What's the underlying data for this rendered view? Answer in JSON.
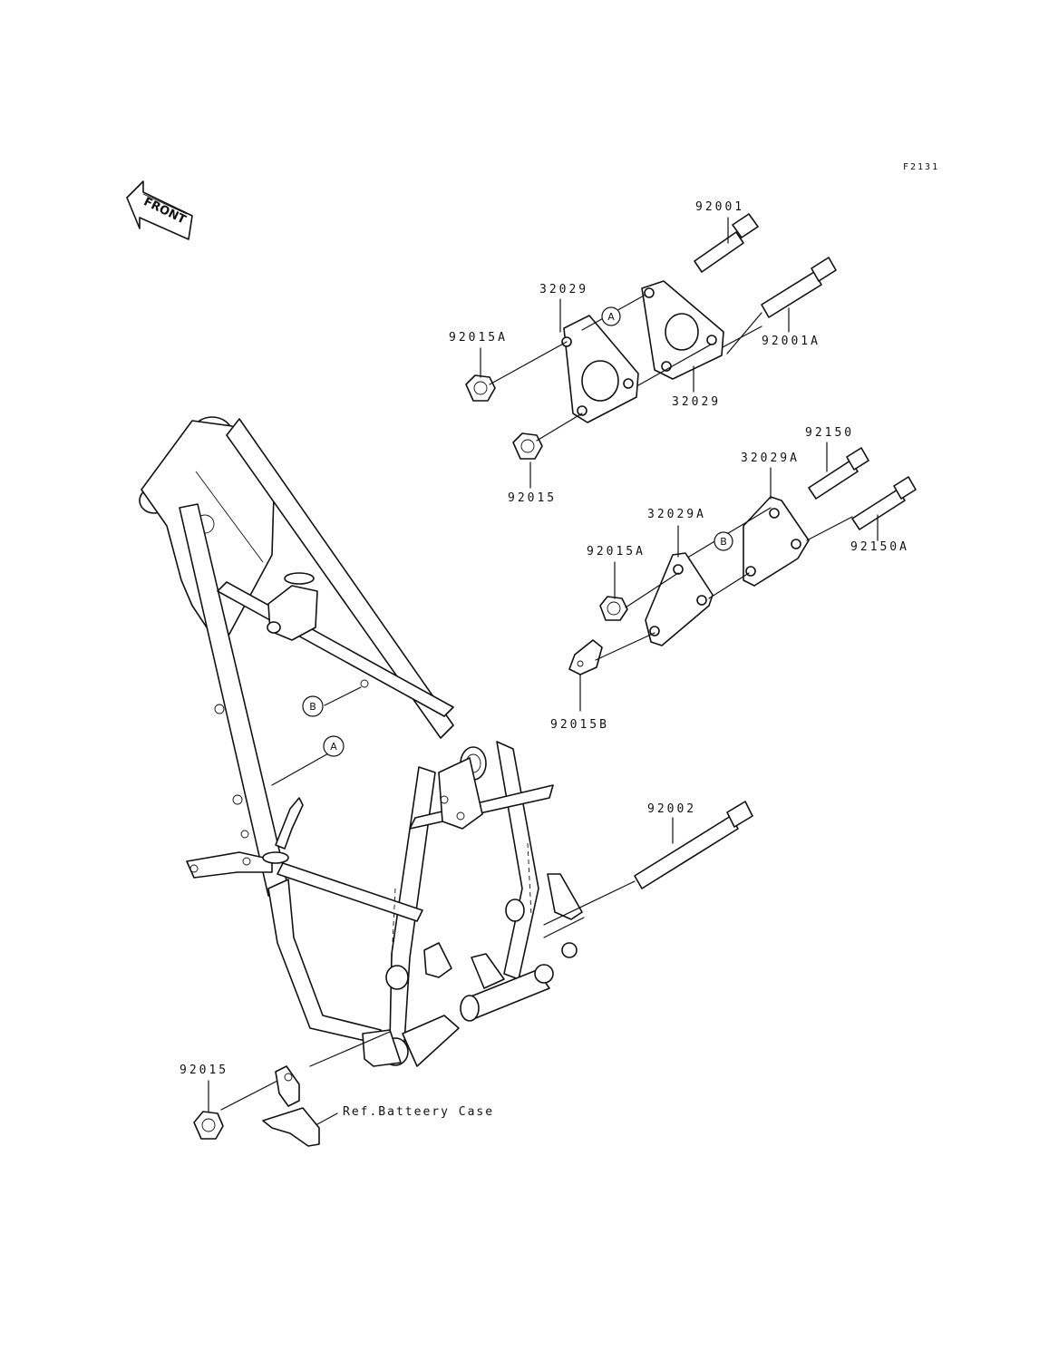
{
  "figure_code": "F2131",
  "front_label": "FRONT",
  "ref_marks": {
    "a": "A",
    "b": "B"
  },
  "parts": [
    {
      "id": "p92001",
      "label": "92001"
    },
    {
      "id": "p32029u",
      "label": "32029"
    },
    {
      "id": "p92015Au",
      "label": "92015A"
    },
    {
      "id": "p92001A",
      "label": "92001A"
    },
    {
      "id": "p32029l",
      "label": "32029"
    },
    {
      "id": "p92015u",
      "label": "92015"
    },
    {
      "id": "p92150",
      "label": "92150"
    },
    {
      "id": "p32029Au",
      "label": "32029A"
    },
    {
      "id": "p32029Al",
      "label": "32029A"
    },
    {
      "id": "p92015Al",
      "label": "92015A"
    },
    {
      "id": "p92150A",
      "label": "92150A"
    },
    {
      "id": "p92015B",
      "label": "92015B"
    },
    {
      "id": "p92002",
      "label": "92002"
    },
    {
      "id": "p92015l",
      "label": "92015"
    }
  ],
  "reference_note": "Ref.Batteery Case"
}
